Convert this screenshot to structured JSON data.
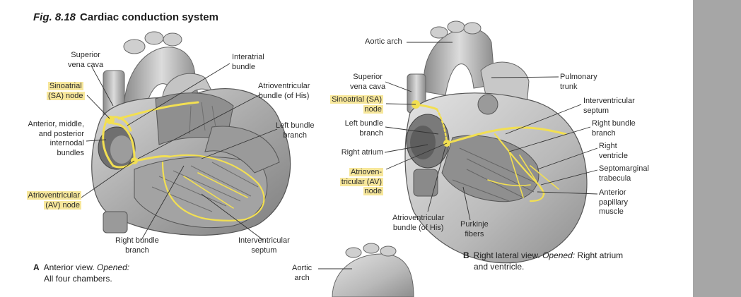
{
  "figure": {
    "number": "Fig. 8.18",
    "title": "Cardiac conduction system"
  },
  "view_a": {
    "labels": {
      "svc": [
        "Superior",
        "vena cava"
      ],
      "sa_node": [
        "Sinoatrial",
        "(SA) node"
      ],
      "internodal": [
        "Anterior, middle,",
        "and posterior",
        "internodal",
        "bundles"
      ],
      "av_node": [
        "Atrioventricular",
        "(AV) node"
      ],
      "interatrial": [
        "Interatrial",
        "bundle"
      ],
      "his": [
        "Atrioventricular",
        "bundle (of His)"
      ],
      "left_bundle": [
        "Left bundle",
        "branch"
      ],
      "right_bundle": [
        "Right bundle",
        "branch"
      ],
      "iv_septum": [
        "Interventricular",
        "septum"
      ]
    },
    "caption": {
      "letter": "A",
      "line1_a": "Anterior view.",
      "line1_b": "Opened:",
      "line2": "All four chambers."
    }
  },
  "view_b": {
    "labels": {
      "aortic_arch": "Aortic arch",
      "svc": [
        "Superior",
        "vena cava"
      ],
      "sa_node": [
        "Sinoatrial (SA)",
        "node"
      ],
      "left_bundle": [
        "Left bundle",
        "branch"
      ],
      "right_atrium": "Right atrium",
      "av_node": [
        "Atrioven-",
        "tricular (AV)",
        "node"
      ],
      "his": [
        "Atrioventricular",
        "bundle (of His)"
      ],
      "purkinje": [
        "Purkinje",
        "fibers"
      ],
      "pulm_trunk": [
        "Pulmonary",
        "trunk"
      ],
      "iv_septum": [
        "Interventricular",
        "septum"
      ],
      "right_bundle": [
        "Right bundle",
        "branch"
      ],
      "right_ventricle": [
        "Right",
        "ventricle"
      ],
      "septomarginal": [
        "Septomarginal",
        "trabecula"
      ],
      "ant_papillary": [
        "Anterior",
        "papillary",
        "muscle"
      ]
    },
    "caption": {
      "letter": "B",
      "line1_a": "Right lateral view.",
      "line1_b": "Opened:",
      "line1_c": "Right atrium",
      "line2": "and ventricle."
    }
  },
  "view_c": {
    "labels": {
      "aortic_arch": [
        "Aortic",
        "arch"
      ]
    }
  },
  "colors": {
    "conduction": "#f2df52",
    "highlight": "#f7e79b",
    "tissue": "#b5b5b5",
    "sidebar": "#a6a6a6"
  }
}
